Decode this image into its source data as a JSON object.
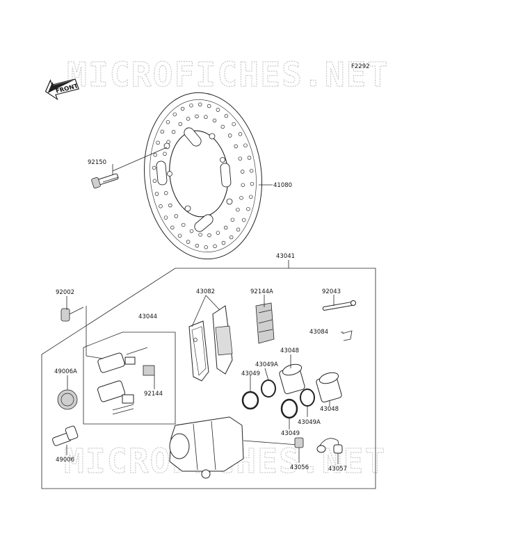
{
  "diagram_code": "F2292",
  "watermark": "MICROFICHES.NET",
  "front_label": "FRONT",
  "parts": [
    {
      "id": "p41080",
      "number": "41080"
    },
    {
      "id": "p92150",
      "number": "92150"
    },
    {
      "id": "p43041",
      "number": "43041"
    },
    {
      "id": "p92002",
      "number": "92002"
    },
    {
      "id": "p43082",
      "number": "43082"
    },
    {
      "id": "p92144A",
      "number": "92144A"
    },
    {
      "id": "p92043",
      "number": "92043"
    },
    {
      "id": "p43084",
      "number": "43084"
    },
    {
      "id": "p43044",
      "number": "43044"
    },
    {
      "id": "p43048a",
      "number": "43048"
    },
    {
      "id": "p43049Aa",
      "number": "43049A"
    },
    {
      "id": "p43049a",
      "number": "43049"
    },
    {
      "id": "p49006A",
      "number": "49006A"
    },
    {
      "id": "p92144",
      "number": "92144"
    },
    {
      "id": "p43048b",
      "number": "43048"
    },
    {
      "id": "p43049Ab",
      "number": "43049A"
    },
    {
      "id": "p43049b",
      "number": "43049"
    },
    {
      "id": "p49006",
      "number": "49006"
    },
    {
      "id": "p43056",
      "number": "43056"
    },
    {
      "id": "p43057",
      "number": "43057"
    }
  ]
}
